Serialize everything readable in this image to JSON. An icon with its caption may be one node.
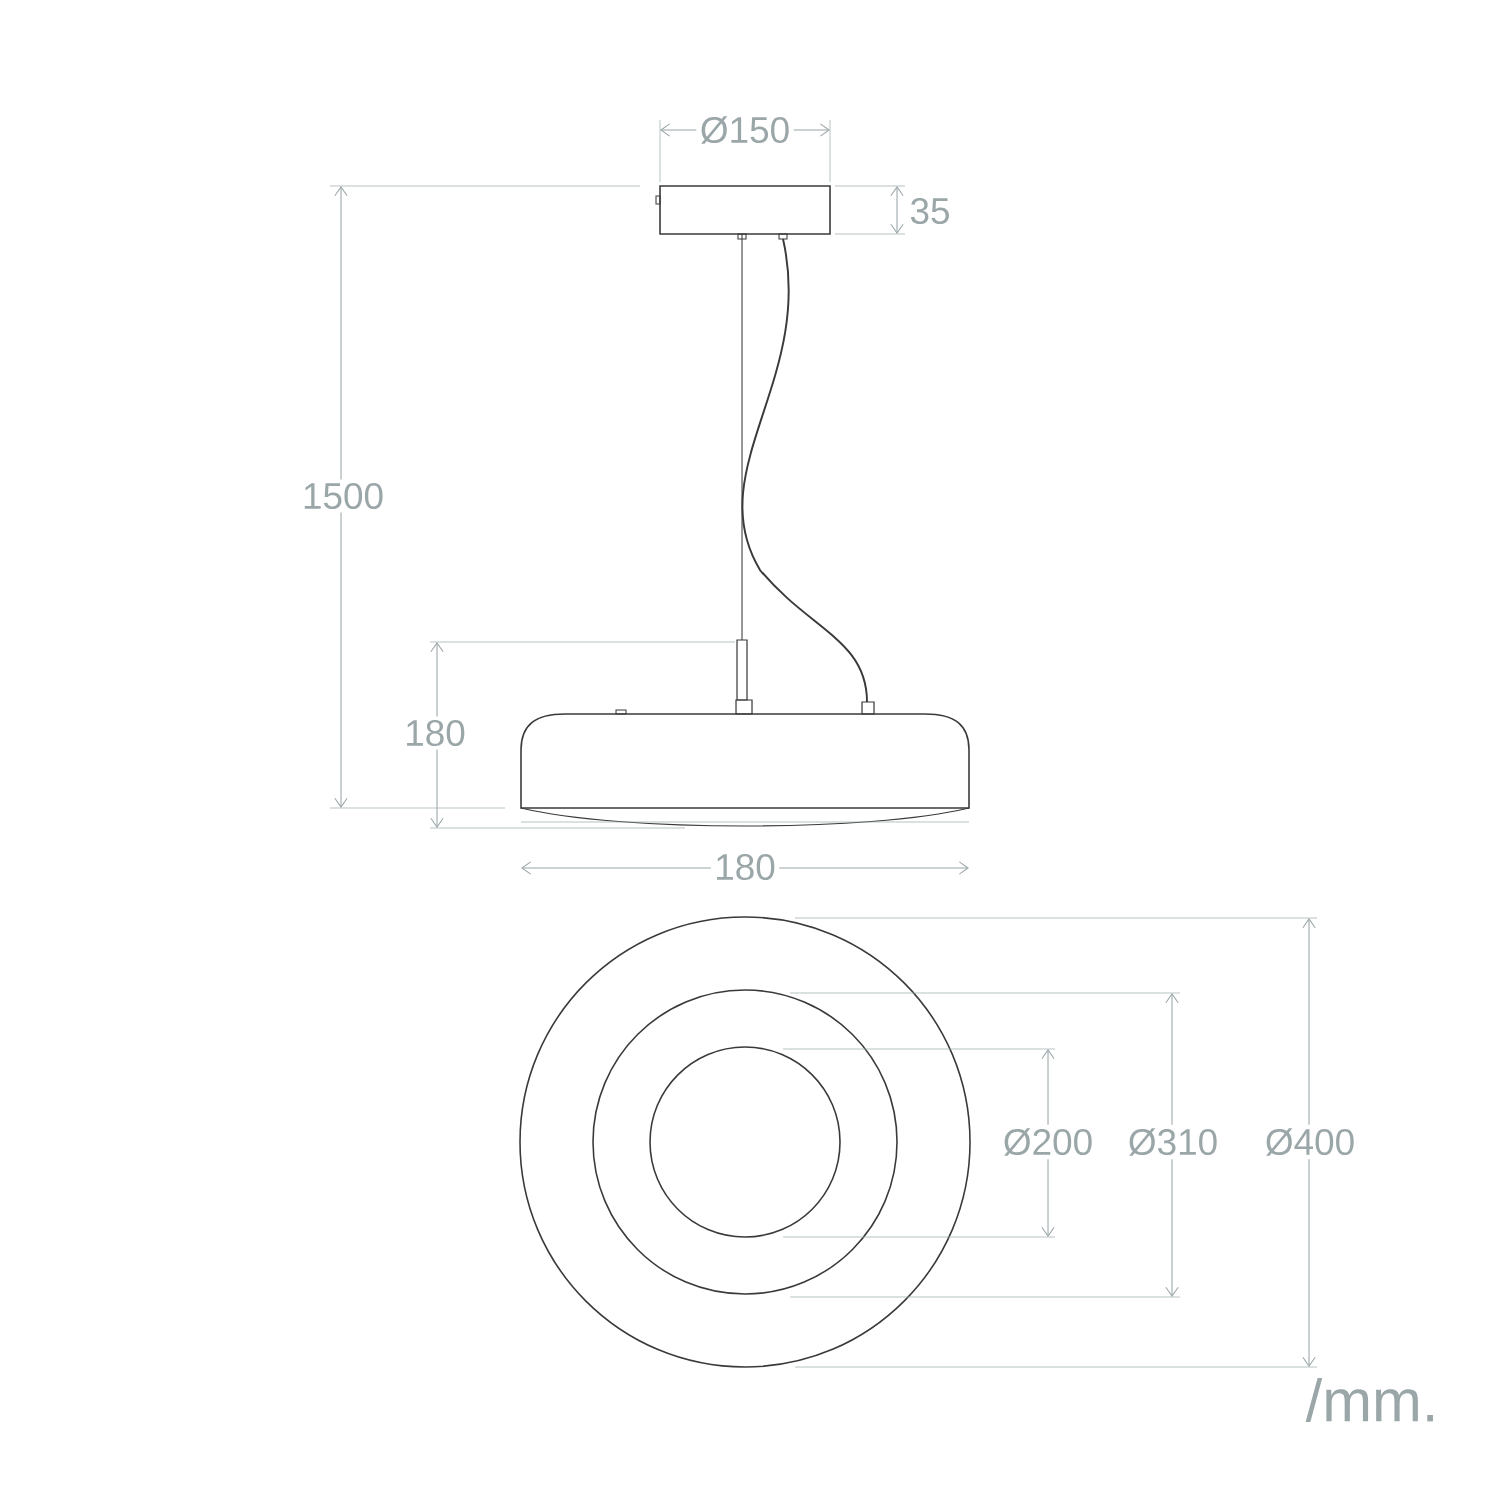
{
  "diagram": {
    "labels": [
      "Ø150",
      "35",
      "1500",
      "180",
      "180",
      "Ø200",
      "Ø310",
      "Ø400",
      "/mm."
    ]
  }
}
